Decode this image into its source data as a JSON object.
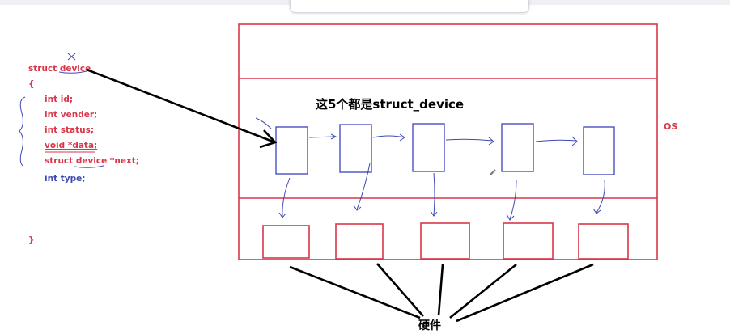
{
  "code": {
    "line1": "struct device",
    "line2": "{",
    "fields": [
      "int id;",
      "int vender;",
      "int status;",
      "void *data;",
      "struct device *next;"
    ],
    "extra": "int type;",
    "close": "}"
  },
  "diagram": {
    "caption": "这5个都是struct_device",
    "os_label": "OS",
    "hardware_label": "硬件",
    "device_count": 5,
    "hardware_count": 5
  },
  "colors": {
    "code_red": "#d9364a",
    "code_blue": "#3e4ab2",
    "box_red": "#d9364a",
    "box_blue": "#4a4fc4",
    "ink_black": "#000000"
  }
}
